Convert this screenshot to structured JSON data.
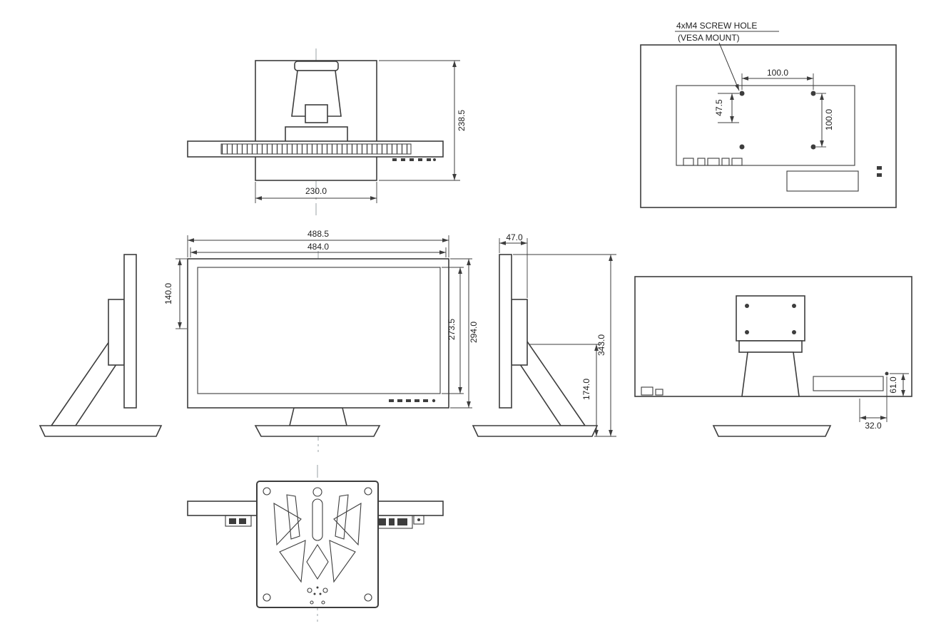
{
  "annotations": {
    "vesa_note_line1": "4xM4 SCREW HOLE",
    "vesa_note_line2": "(VESA MOUNT)"
  },
  "views": {
    "top": {
      "depth": "238.5",
      "base_width": "230.0"
    },
    "rear_vesa": {
      "hole_spacing_horizontal": "100.0",
      "hole_spacing_vertical": "100.0",
      "hole_offset": "47.5"
    },
    "front": {
      "overall_width": "488.5",
      "bezel_width": "484.0",
      "upper_height": "140.0",
      "screen_height": "273.5",
      "overall_height": "294.0"
    },
    "side": {
      "depth": "47.0",
      "overall_height": "343.0",
      "pivot_height": "174.0"
    },
    "rear_stand": {
      "port_offset_vertical": "61.0",
      "port_offset_horizontal": "32.0"
    }
  },
  "colors": {
    "line": "#3d3d3d",
    "centerline": "#9aa0a6",
    "text": "#1f1f1f",
    "background": "#ffffff"
  }
}
